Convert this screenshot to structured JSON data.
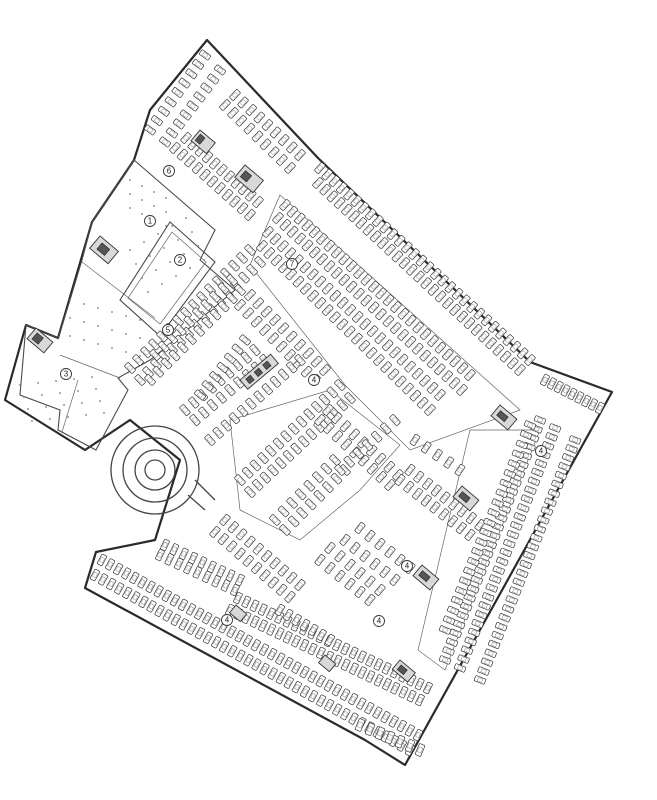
{
  "plan": {
    "zone_labels": [
      "1",
      "2",
      "3",
      "4",
      "4",
      "4",
      "4",
      "4",
      "5",
      "6",
      "7"
    ]
  }
}
